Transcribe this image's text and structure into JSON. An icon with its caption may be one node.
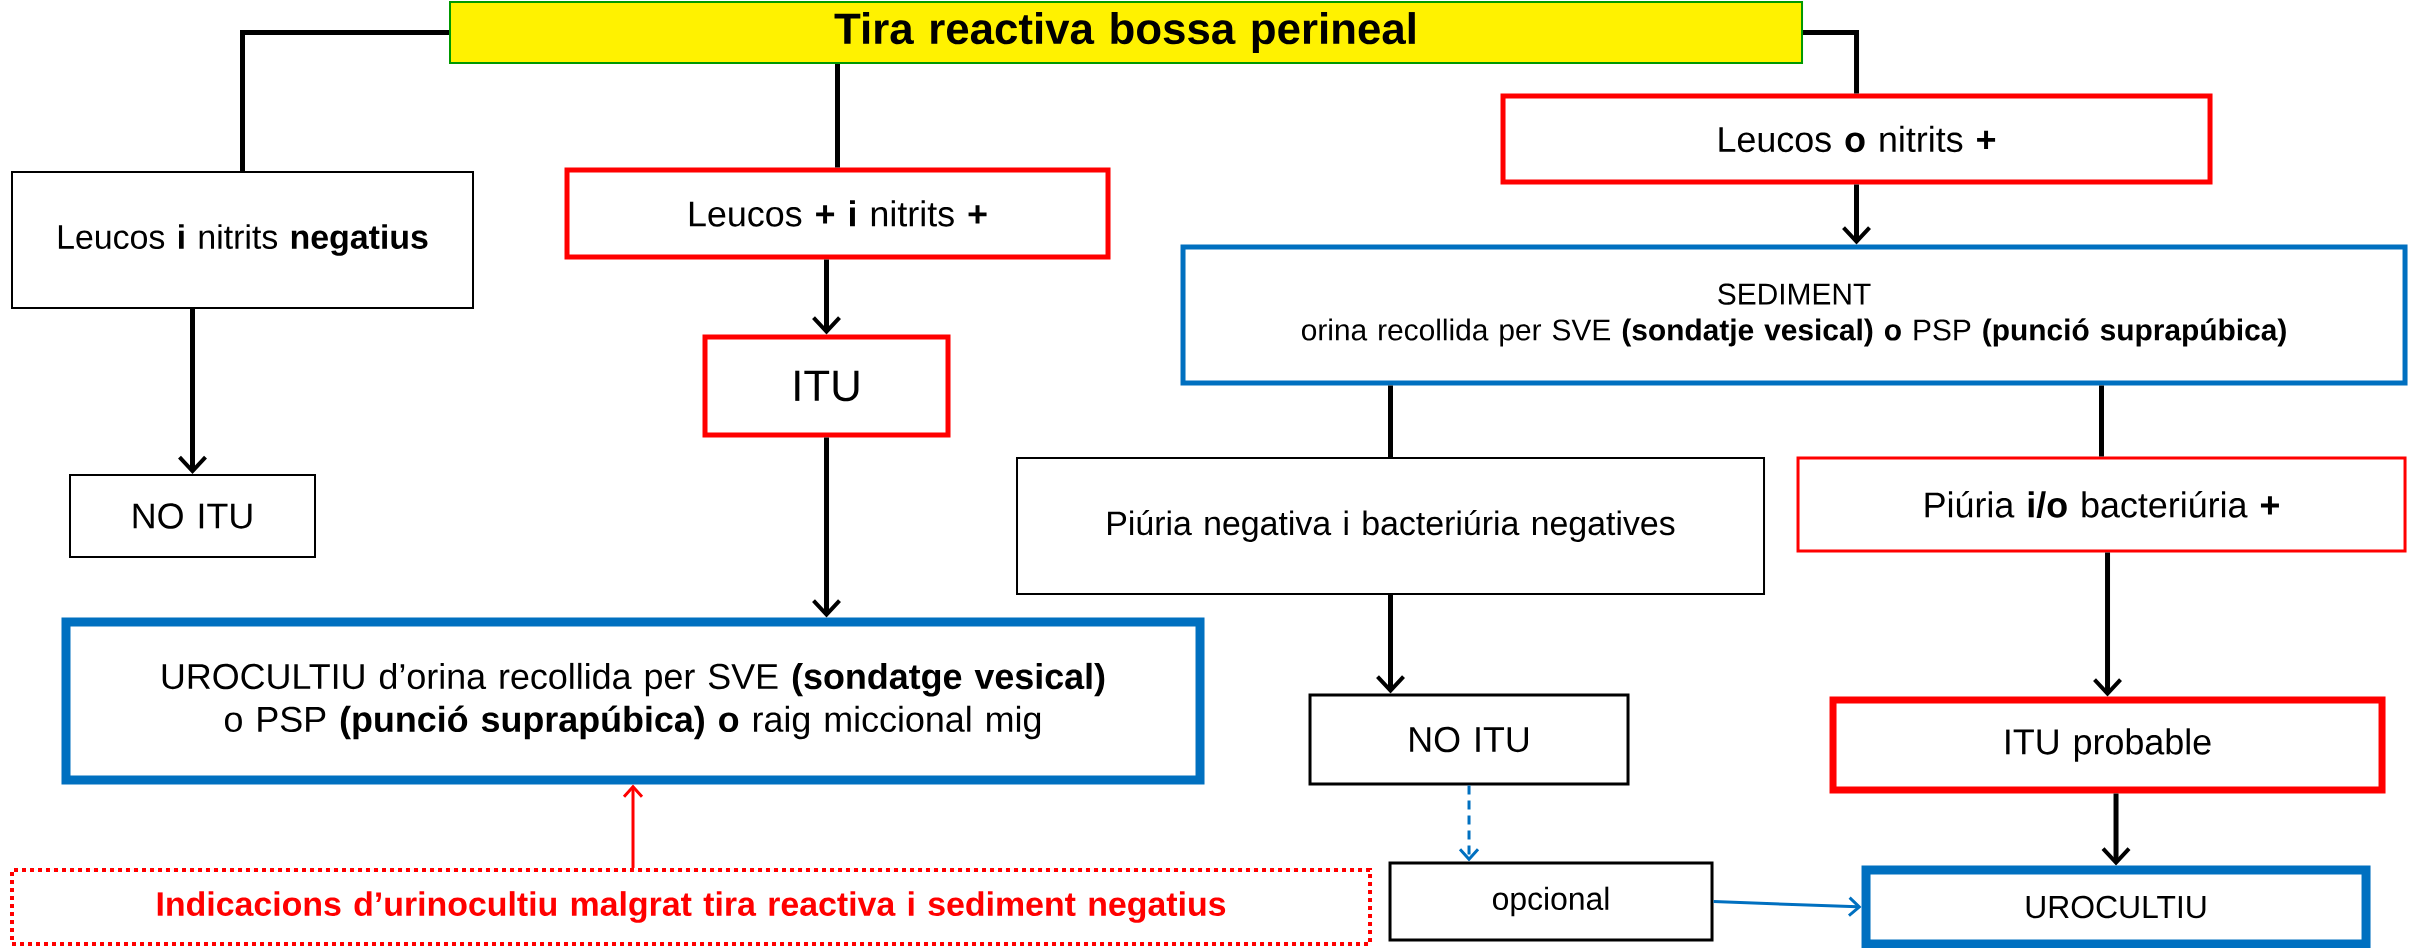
{
  "diagram": {
    "nodes": [
      {
        "text": [
          "Tira reactiva bossa perineal"
        ]
      },
      {
        "text": [
          "Leucos **i** nitrits **negatius**"
        ]
      },
      {
        "text": [
          "Leucos **+**  **i** nitrits **+**"
        ]
      },
      {
        "text": [
          "Leucos **o** nitrits  **+**"
        ]
      },
      {
        "text": [
          "ITU"
        ]
      },
      {
        "text": [
          "SEDIMENT",
          "orina recollida per SVE **(sondatje vesical)** **o** PSP **(punció suprapúbica)**"
        ]
      },
      {
        "text": [
          "NO ITU"
        ]
      },
      {
        "text": [
          "Piúria negativa i bacteriúria negatives"
        ]
      },
      {
        "text": [
          "Piúria  **i/o** bacteriúria **+**"
        ]
      },
      {
        "text": [
          "UROCULTIU d’orina recollida per SVE **(sondatge vesical)** o PSP **(punció suprapúbica)** **o** raig miccional mig"
        ]
      },
      {
        "text": [
          "NO ITU"
        ]
      },
      {
        "text": [
          "ITU probable"
        ]
      },
      {
        "text": [
          "Indicacions d’urinocultiu malgrat tira reactiva i sediment negatius"
        ]
      },
      {
        "text": [
          "opcional"
        ]
      },
      {
        "text": [
          "UROCULTIU"
        ]
      }
    ],
    "edges": [
      {
        "from": 0,
        "to": 1,
        "arrow": "none"
      },
      {
        "from": 0,
        "to": 2,
        "arrow": "none"
      },
      {
        "from": 0,
        "to": 3,
        "arrow": "none"
      },
      {
        "from": 1,
        "to": 6,
        "arrow": "to"
      },
      {
        "from": 2,
        "to": 4,
        "arrow": "to"
      },
      {
        "from": 3,
        "to": 5,
        "arrow": "to"
      },
      {
        "from": 4,
        "to": 9,
        "arrow": "to"
      },
      {
        "from": 5,
        "to": 7,
        "arrow": "none"
      },
      {
        "from": 5,
        "to": 8,
        "arrow": "none"
      },
      {
        "from": 7,
        "to": 10,
        "arrow": "to"
      },
      {
        "from": 8,
        "to": 11,
        "arrow": "to"
      },
      {
        "from": 10,
        "to": 13,
        "arrow": "to",
        "style": "dashed",
        "color": "#0070c0"
      },
      {
        "from": 12,
        "to": 9,
        "arrow": "to",
        "color": "#ff0000"
      },
      {
        "from": 13,
        "to": 14,
        "arrow": "to",
        "color": "#0070c0"
      },
      {
        "from": 11,
        "to": 14,
        "arrow": "to"
      }
    ]
  }
}
